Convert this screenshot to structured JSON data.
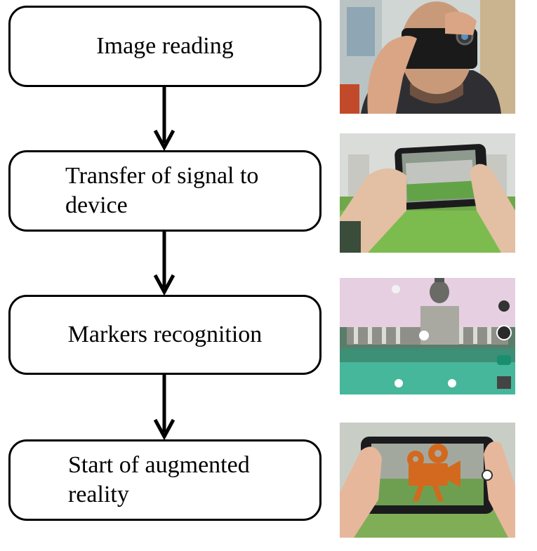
{
  "steps": [
    {
      "label": "Image reading"
    },
    {
      "label": "Transfer of signal to device"
    },
    {
      "label": "Markers recognition"
    },
    {
      "label": "Start of augmented reality"
    }
  ],
  "colors": {
    "box_border": "#000000",
    "arrow": "#000000",
    "camera_icon": "#d2691e"
  }
}
